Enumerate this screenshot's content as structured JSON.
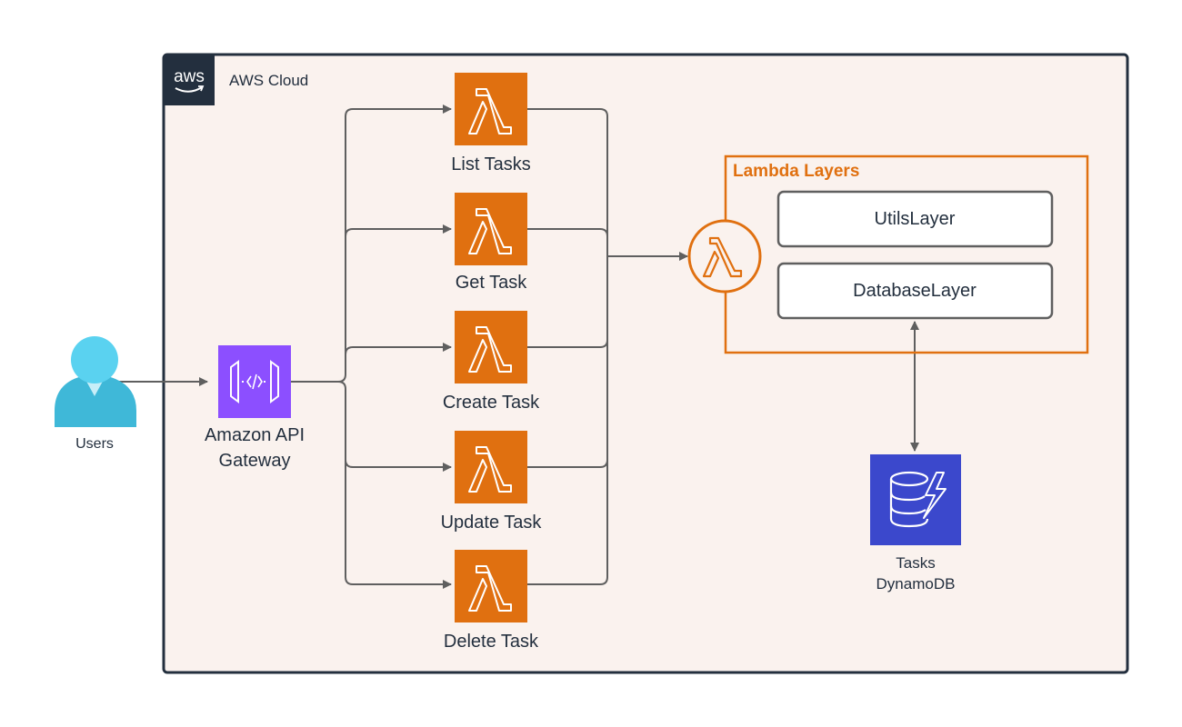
{
  "cloud": {
    "label": "AWS Cloud",
    "logo_text": "aws",
    "fill": "#faf2ee",
    "border": "#232f3e"
  },
  "users": {
    "label": "Users",
    "icon": "user-icon",
    "color": "#50c8e8"
  },
  "api_gateway": {
    "label_line1": "Amazon API",
    "label_line2": "Gateway",
    "icon": "api-gateway-icon",
    "color": "#8c4fff"
  },
  "lambdas": [
    {
      "label": "List Tasks",
      "icon": "lambda-icon"
    },
    {
      "label": "Get Task",
      "icon": "lambda-icon"
    },
    {
      "label": "Create Task",
      "icon": "lambda-icon"
    },
    {
      "label": "Update Task",
      "icon": "lambda-icon"
    },
    {
      "label": "Delete Task",
      "icon": "lambda-icon"
    }
  ],
  "lambda_color": "#e07010",
  "layers": {
    "title": "Lambda Layers",
    "icon": "lambda-layer-icon",
    "color": "#e07010",
    "items": [
      {
        "label": "UtilsLayer"
      },
      {
        "label": "DatabaseLayer"
      }
    ]
  },
  "dynamodb": {
    "label_line1": "Tasks",
    "label_line2": "DynamoDB",
    "icon": "dynamodb-icon",
    "color": "#3b48cc"
  },
  "connector_color": "#5f5f5f"
}
